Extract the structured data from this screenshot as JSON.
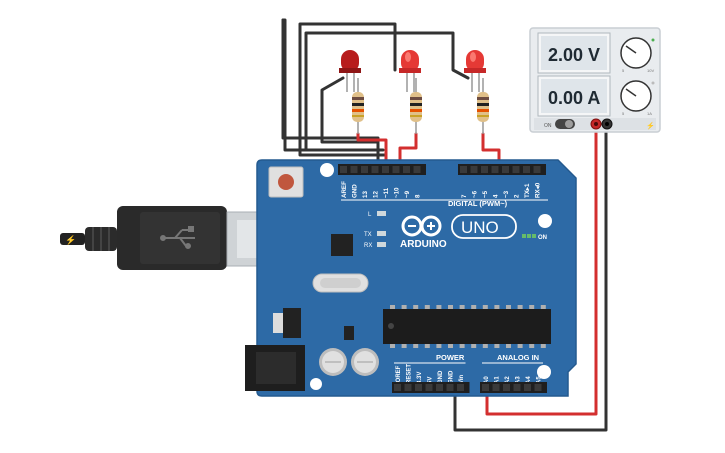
{
  "power_supply": {
    "voltage": "2.00 V",
    "current": "0.00 A",
    "switch_label": "ON",
    "knob_top_labels": [
      "5",
      "10V"
    ],
    "knob_bottom_labels": [
      "5",
      "1A"
    ]
  },
  "arduino": {
    "brand": "ARDUINO",
    "model": "UNO",
    "on_label": "ON",
    "led_labels": {
      "l": "L",
      "tx": "TX",
      "rx": "RX"
    },
    "digital_header_title": "DIGITAL (PWM~)",
    "digital_pins": [
      "AREF",
      "GND",
      "13",
      "12",
      "~11",
      "~10",
      "~9",
      "8",
      "7",
      "~6",
      "~5",
      "4",
      "~3",
      "2",
      "TX▸1",
      "RX◂0"
    ],
    "power_header_title": "POWER",
    "power_pins": [
      "IOREF",
      "RESET",
      "3.3V",
      "5V",
      "GND",
      "GND",
      "Vin"
    ],
    "analog_header_title": "ANALOG IN",
    "analog_pins": [
      "A0",
      "A1",
      "A2",
      "A3",
      "A4",
      "A5"
    ]
  },
  "components": {
    "leds": [
      {
        "id": "led-1",
        "color": "#b71c1c"
      },
      {
        "id": "led-2",
        "color": "#e53935"
      },
      {
        "id": "led-3",
        "color": "#e53935"
      }
    ]
  },
  "colors": {
    "board": "#2d6aa6",
    "board_edge": "#245a8f",
    "wire_black": "#333333",
    "wire_red": "#d32f2f",
    "psu_body": "#e9ecef",
    "lcd": "#dfe5ea"
  }
}
